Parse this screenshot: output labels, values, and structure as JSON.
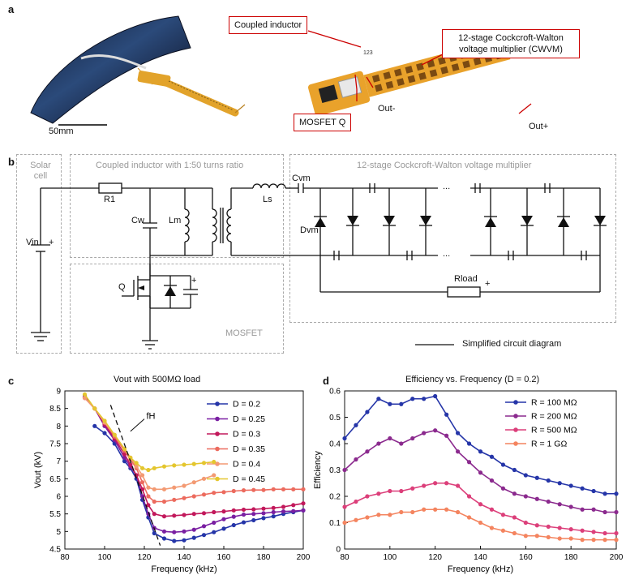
{
  "panel_a": {
    "letter": "a",
    "scale_bar": "50mm",
    "callouts": {
      "coupled_inductor": "Coupled inductor",
      "cwvm": "12-stage Cockcroft-Walton voltage multiplier (CWVM)",
      "mosfet": "MOSFET Q",
      "out_minus": "Out-",
      "out_plus": "Out+"
    },
    "component_mark": "123"
  },
  "panel_b": {
    "letter": "b",
    "boxes": {
      "solar": "Solar cell",
      "inductor": "Coupled inductor with 1:50 turns ratio",
      "cwvm": "12-stage Cockcroft-Walton voltage multiplier",
      "mosfet": "MOSFET"
    },
    "labels": {
      "vin": "Vin",
      "r1": "R1",
      "cw": "Cw",
      "lm": "Lm",
      "ls": "Ls",
      "cvm": "Cvm",
      "dvm": "Dvm",
      "q": "Q",
      "rload": "Rload",
      "plus": "+",
      "dots": "..."
    },
    "legend": "Simplified circuit diagram"
  },
  "chart_data": [
    {
      "panel": "c",
      "type": "line",
      "title": "Vout with 500MΩ load",
      "xlabel": "Frequency (kHz)",
      "ylabel": "Vout (kV)",
      "xlim": [
        80,
        200
      ],
      "ylim": [
        4.5,
        9
      ],
      "xticks": [
        80,
        100,
        120,
        140,
        160,
        180,
        200
      ],
      "yticks": [
        4.5,
        5,
        5.5,
        6,
        6.5,
        7,
        7.5,
        8,
        8.5,
        9
      ],
      "annotation": "fH",
      "series": [
        {
          "name": "D = 0.2",
          "color": "#2535a8",
          "x": [
            95,
            100,
            105,
            110,
            113,
            116,
            119,
            122,
            125,
            130,
            135,
            140,
            145,
            150,
            155,
            160,
            165,
            170,
            175,
            180,
            185,
            190,
            195,
            200
          ],
          "y": [
            8.0,
            7.8,
            7.5,
            7.0,
            6.8,
            6.5,
            5.9,
            5.4,
            4.95,
            4.8,
            4.73,
            4.75,
            4.82,
            4.9,
            4.98,
            5.08,
            5.18,
            5.26,
            5.32,
            5.38,
            5.43,
            5.5,
            5.55,
            5.6
          ]
        },
        {
          "name": "D = 0.25",
          "color": "#7a1fa2",
          "x": [
            90,
            95,
            100,
            105,
            110,
            113,
            116,
            119,
            122,
            125,
            130,
            135,
            140,
            145,
            150,
            155,
            160,
            165,
            170,
            175,
            180,
            185,
            190,
            195,
            200
          ],
          "y": [
            8.85,
            8.5,
            8.0,
            7.6,
            7.1,
            6.85,
            6.6,
            6.0,
            5.5,
            5.1,
            5.0,
            4.98,
            5.0,
            5.05,
            5.15,
            5.25,
            5.35,
            5.42,
            5.48,
            5.5,
            5.52,
            5.55,
            5.57,
            5.58,
            5.6
          ]
        },
        {
          "name": "D = 0.3",
          "color": "#c2185b",
          "x": [
            90,
            95,
            100,
            105,
            110,
            113,
            116,
            119,
            122,
            125,
            130,
            135,
            140,
            145,
            150,
            155,
            160,
            165,
            170,
            175,
            180,
            185,
            190,
            195,
            200
          ],
          "y": [
            8.8,
            8.5,
            8.05,
            7.65,
            7.2,
            6.9,
            6.6,
            6.2,
            5.75,
            5.5,
            5.43,
            5.45,
            5.47,
            5.5,
            5.52,
            5.55,
            5.57,
            5.6,
            5.62,
            5.63,
            5.65,
            5.67,
            5.7,
            5.75,
            5.8
          ]
        },
        {
          "name": "D = 0.35",
          "color": "#ec6b5e",
          "x": [
            90,
            95,
            100,
            105,
            110,
            113,
            116,
            119,
            122,
            125,
            130,
            135,
            140,
            145,
            150,
            155,
            160,
            165,
            170,
            175,
            180,
            185,
            190,
            195,
            200
          ],
          "y": [
            8.8,
            8.5,
            8.1,
            7.7,
            7.3,
            7.05,
            6.8,
            6.4,
            6.0,
            5.85,
            5.85,
            5.9,
            5.95,
            6.0,
            6.05,
            6.1,
            6.12,
            6.15,
            6.17,
            6.18,
            6.18,
            6.2,
            6.2,
            6.2,
            6.2
          ]
        },
        {
          "name": "D = 0.4",
          "color": "#f39a73",
          "x": [
            90,
            95,
            100,
            105,
            110,
            113,
            116,
            119,
            122,
            125,
            130,
            135,
            140,
            145,
            150,
            155
          ],
          "y": [
            8.8,
            8.5,
            8.1,
            7.75,
            7.35,
            7.1,
            6.85,
            6.6,
            6.25,
            6.2,
            6.2,
            6.25,
            6.3,
            6.4,
            6.5,
            6.6
          ]
        },
        {
          "name": "D = 0.45",
          "color": "#e4c62e",
          "x": [
            90,
            95,
            100,
            105,
            110,
            113,
            116,
            119,
            122,
            125,
            130,
            135,
            140,
            145,
            150,
            155
          ],
          "y": [
            8.9,
            8.5,
            8.15,
            7.75,
            7.35,
            7.1,
            6.95,
            6.8,
            6.75,
            6.8,
            6.85,
            6.88,
            6.9,
            6.92,
            6.95,
            6.98
          ]
        }
      ]
    },
    {
      "panel": "d",
      "type": "line",
      "title": "Efficiency vs. Frequency (D = 0.2)",
      "xlabel": "Frequency (kHz)",
      "ylabel": "Efficiency",
      "xlim": [
        80,
        200
      ],
      "ylim": [
        0,
        0.6
      ],
      "xticks": [
        80,
        100,
        120,
        140,
        160,
        180,
        200
      ],
      "yticks": [
        0,
        0.1,
        0.2,
        0.3,
        0.4,
        0.5,
        0.6
      ],
      "series": [
        {
          "name": "R = 100 MΩ",
          "color": "#2535a8",
          "x": [
            80,
            85,
            90,
            95,
            100,
            105,
            110,
            115,
            120,
            125,
            130,
            135,
            140,
            145,
            150,
            155,
            160,
            165,
            170,
            175,
            180,
            185,
            190,
            195,
            200
          ],
          "y": [
            0.42,
            0.47,
            0.52,
            0.57,
            0.55,
            0.55,
            0.57,
            0.57,
            0.58,
            0.51,
            0.44,
            0.4,
            0.37,
            0.35,
            0.32,
            0.3,
            0.28,
            0.27,
            0.26,
            0.25,
            0.24,
            0.23,
            0.22,
            0.21,
            0.21
          ]
        },
        {
          "name": "R = 200 MΩ",
          "color": "#8b2a8e",
          "x": [
            80,
            85,
            90,
            95,
            100,
            105,
            110,
            115,
            120,
            125,
            130,
            135,
            140,
            145,
            150,
            155,
            160,
            165,
            170,
            175,
            180,
            185,
            190,
            195,
            200
          ],
          "y": [
            0.3,
            0.34,
            0.37,
            0.4,
            0.42,
            0.4,
            0.42,
            0.44,
            0.45,
            0.43,
            0.37,
            0.33,
            0.29,
            0.26,
            0.23,
            0.21,
            0.2,
            0.19,
            0.18,
            0.17,
            0.16,
            0.15,
            0.15,
            0.14,
            0.14
          ]
        },
        {
          "name": "R = 500 MΩ",
          "color": "#dc3f7a",
          "x": [
            80,
            85,
            90,
            95,
            100,
            105,
            110,
            115,
            120,
            125,
            130,
            135,
            140,
            145,
            150,
            155,
            160,
            165,
            170,
            175,
            180,
            185,
            190,
            195,
            200
          ],
          "y": [
            0.16,
            0.18,
            0.2,
            0.21,
            0.22,
            0.22,
            0.23,
            0.24,
            0.25,
            0.25,
            0.24,
            0.2,
            0.17,
            0.15,
            0.13,
            0.12,
            0.1,
            0.09,
            0.085,
            0.08,
            0.075,
            0.07,
            0.065,
            0.06,
            0.06
          ]
        },
        {
          "name": "R = 1 GΩ",
          "color": "#f4845f",
          "x": [
            80,
            85,
            90,
            95,
            100,
            105,
            110,
            115,
            120,
            125,
            130,
            135,
            140,
            145,
            150,
            155,
            160,
            165,
            170,
            175,
            180,
            185,
            190,
            195,
            200
          ],
          "y": [
            0.1,
            0.11,
            0.12,
            0.13,
            0.13,
            0.14,
            0.14,
            0.15,
            0.15,
            0.15,
            0.14,
            0.12,
            0.1,
            0.08,
            0.07,
            0.06,
            0.05,
            0.05,
            0.045,
            0.04,
            0.04,
            0.035,
            0.035,
            0.035,
            0.035
          ]
        }
      ]
    }
  ]
}
